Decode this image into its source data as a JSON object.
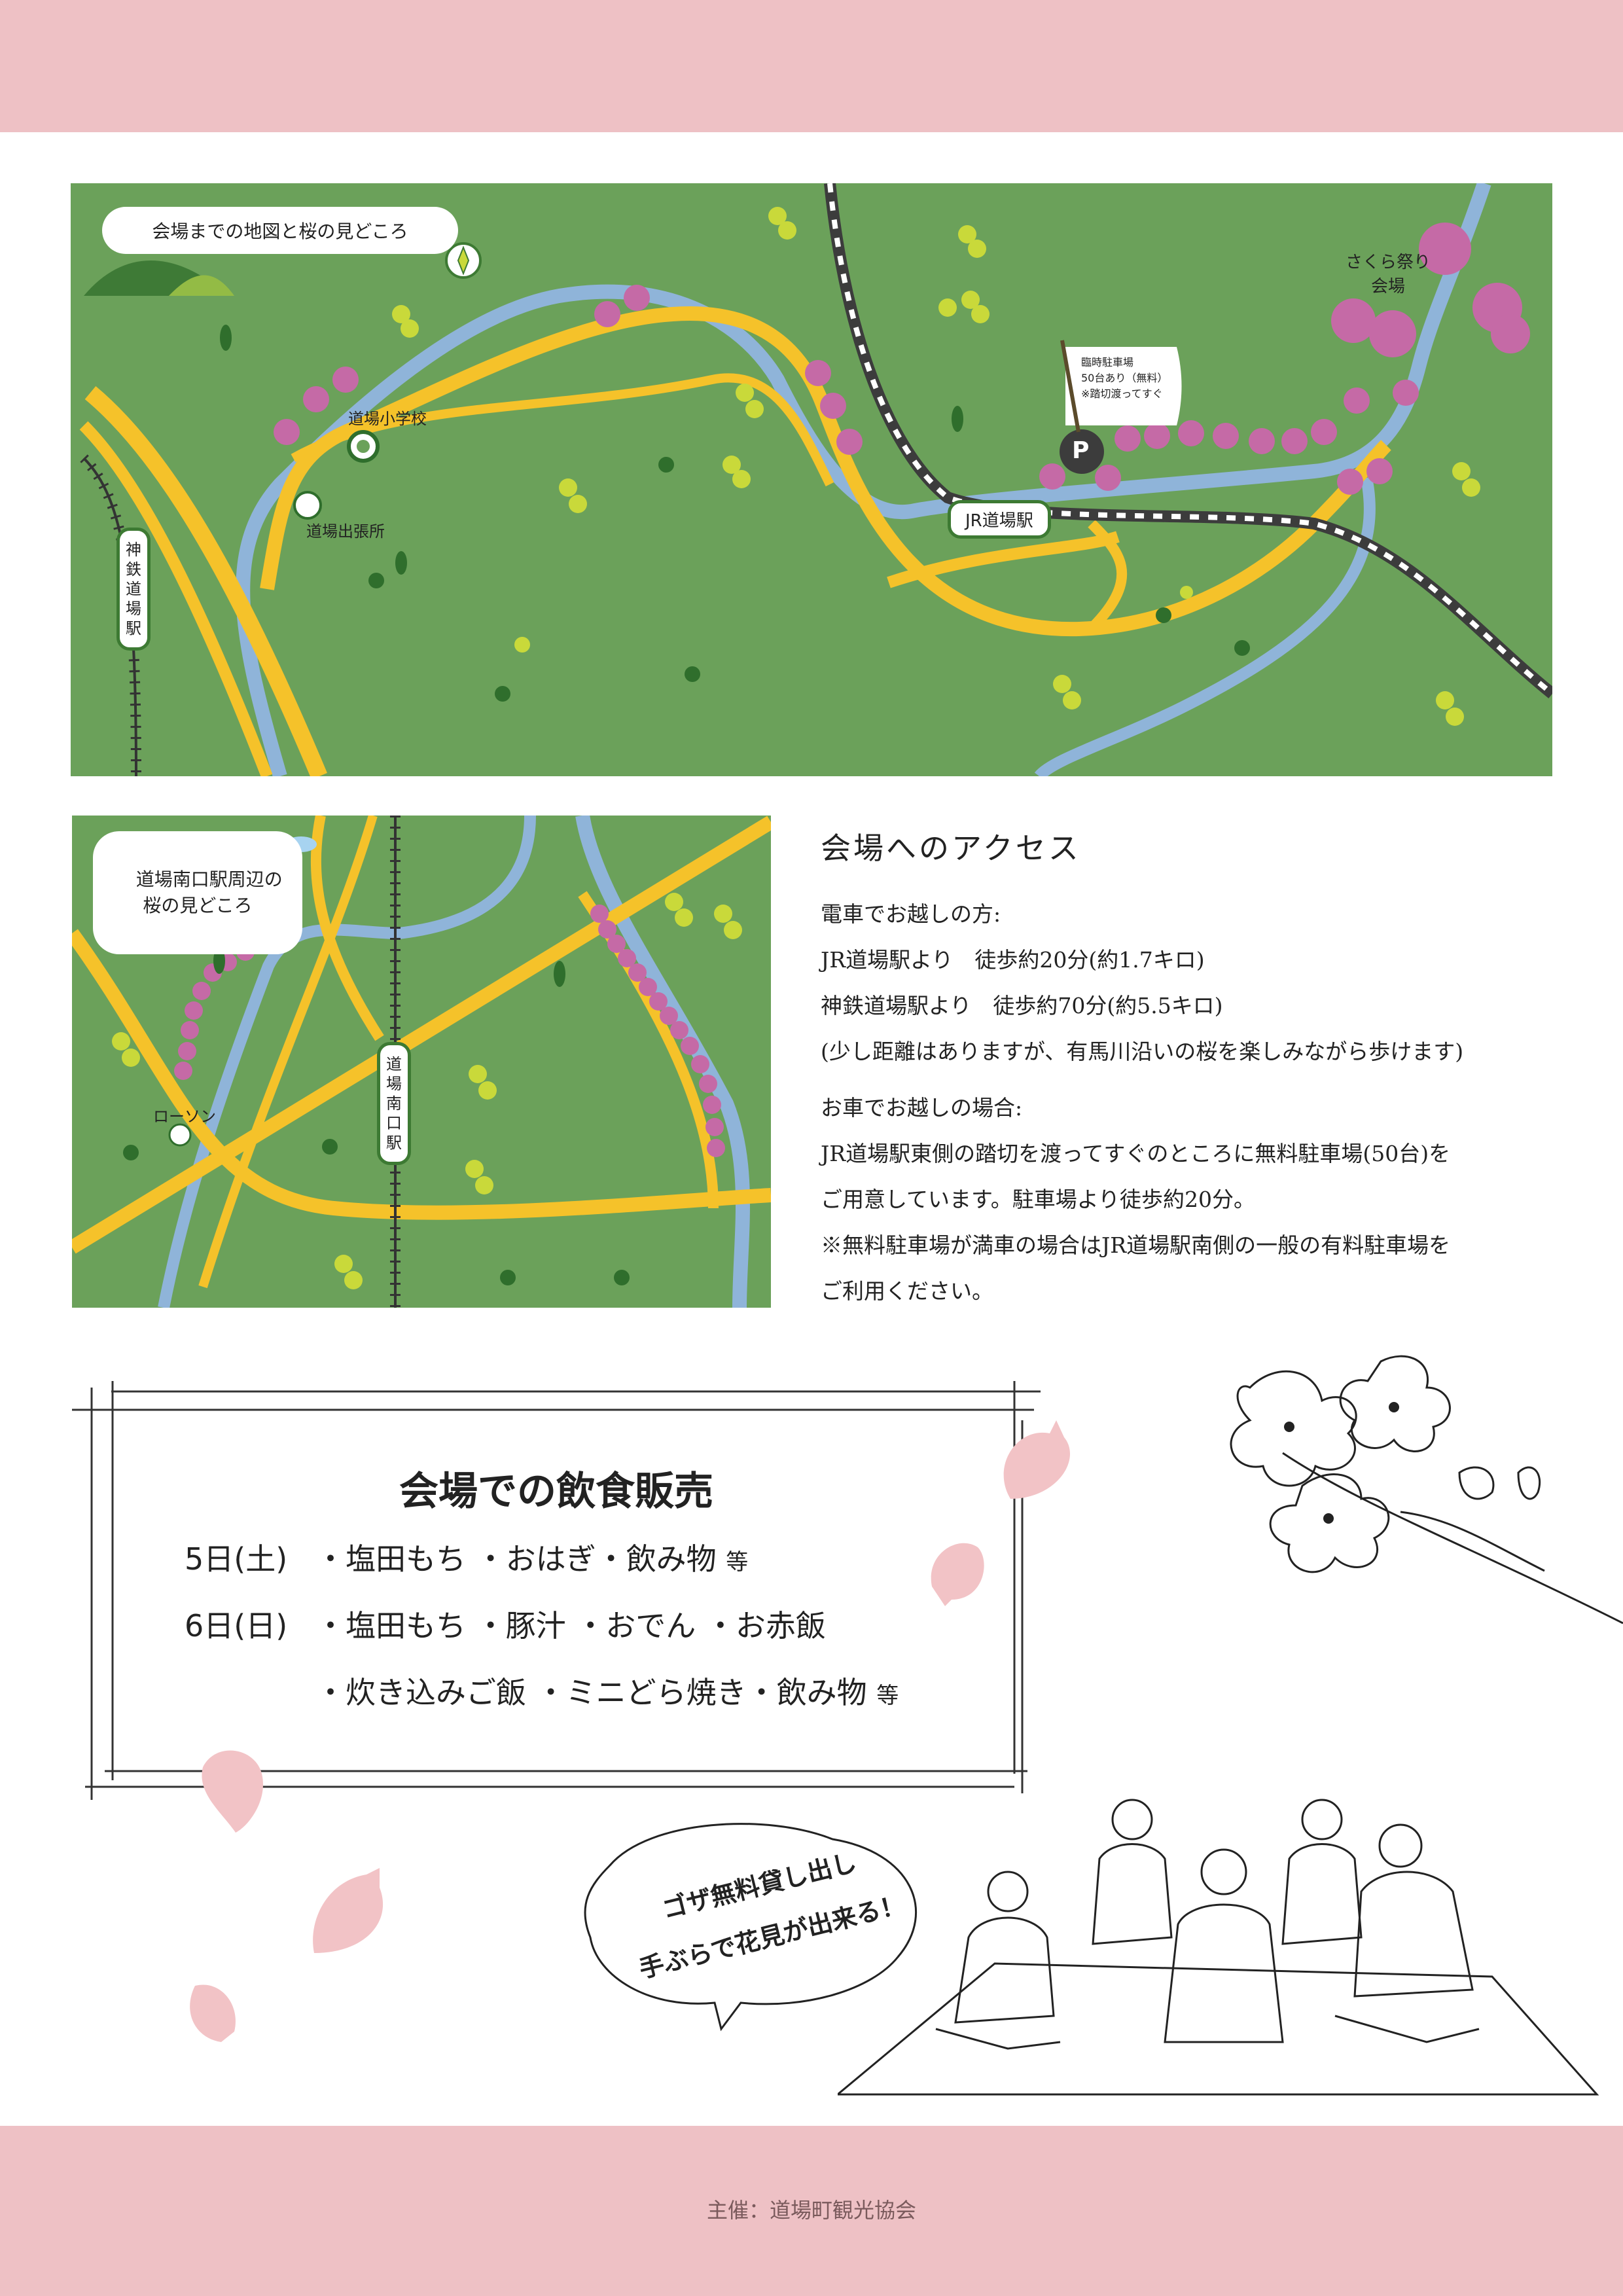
{
  "header": {},
  "main_map": {
    "title": "会場までの地図と桜の見どころ",
    "labels": {
      "school": "道場小学校",
      "branch_office": "道場出張所",
      "venue": "さくら祭り\n会場",
      "jr_station": "JR道場駅",
      "shintetsu_station": "神鉄道場駅",
      "parking_flag": "臨時駐車場\n50台あり（無料）\n※踏切渡ってすぐ",
      "parking_icon": "P"
    }
  },
  "sub_map": {
    "title": "道場南口駅周辺の\n桜の見どころ",
    "labels": {
      "lawson": "ローソン",
      "south_station": "道場南口駅"
    }
  },
  "access": {
    "title": "会場へのアクセス",
    "train_heading": "電車でお越しの方:",
    "train_lines": [
      "JR道場駅より　徒歩約20分(約1.7キロ)",
      "神鉄道場駅より　徒歩約70分(約5.5キロ)",
      "(少し距離はありますが、有馬川沿いの桜を楽しみながら歩けます)"
    ],
    "car_heading": "お車でお越しの場合:",
    "car_lines": [
      "JR道場駅東側の踏切を渡ってすぐのところに無料駐車場(50台)を",
      "ご用意しています。駐車場より徒歩約20分。",
      "※無料駐車場が満車の場合はJR道場駅南側の一般の有料駐車場を",
      "ご利用ください。"
    ]
  },
  "food": {
    "title": "会場での飲食販売",
    "rows": [
      {
        "day": "5日(土)",
        "items": "・塩田もち ・おはぎ・飲み物",
        "etc": "等"
      },
      {
        "day": "6日(日)",
        "items": "・塩田もち ・豚汁 ・おでん ・お赤飯",
        "etc": ""
      },
      {
        "day": "",
        "items": "・炊き込みご飯 ・ミニどら焼き・飲み物",
        "etc": "等"
      }
    ]
  },
  "speech_bubble": {
    "line1": "ゴザ無料貸し出し",
    "line2": "手ぶらで花見が出来る！"
  },
  "footer": {
    "organizer": "主催：道場町観光協会"
  },
  "colors": {
    "band_pink": "#eec1c5",
    "map_green": "#6ba15a",
    "road_yellow": "#f5c22a",
    "river_blue": "#8fb4d9",
    "sakura_pink": "#c56aa6",
    "petal_pink": "#f2c3c6"
  }
}
